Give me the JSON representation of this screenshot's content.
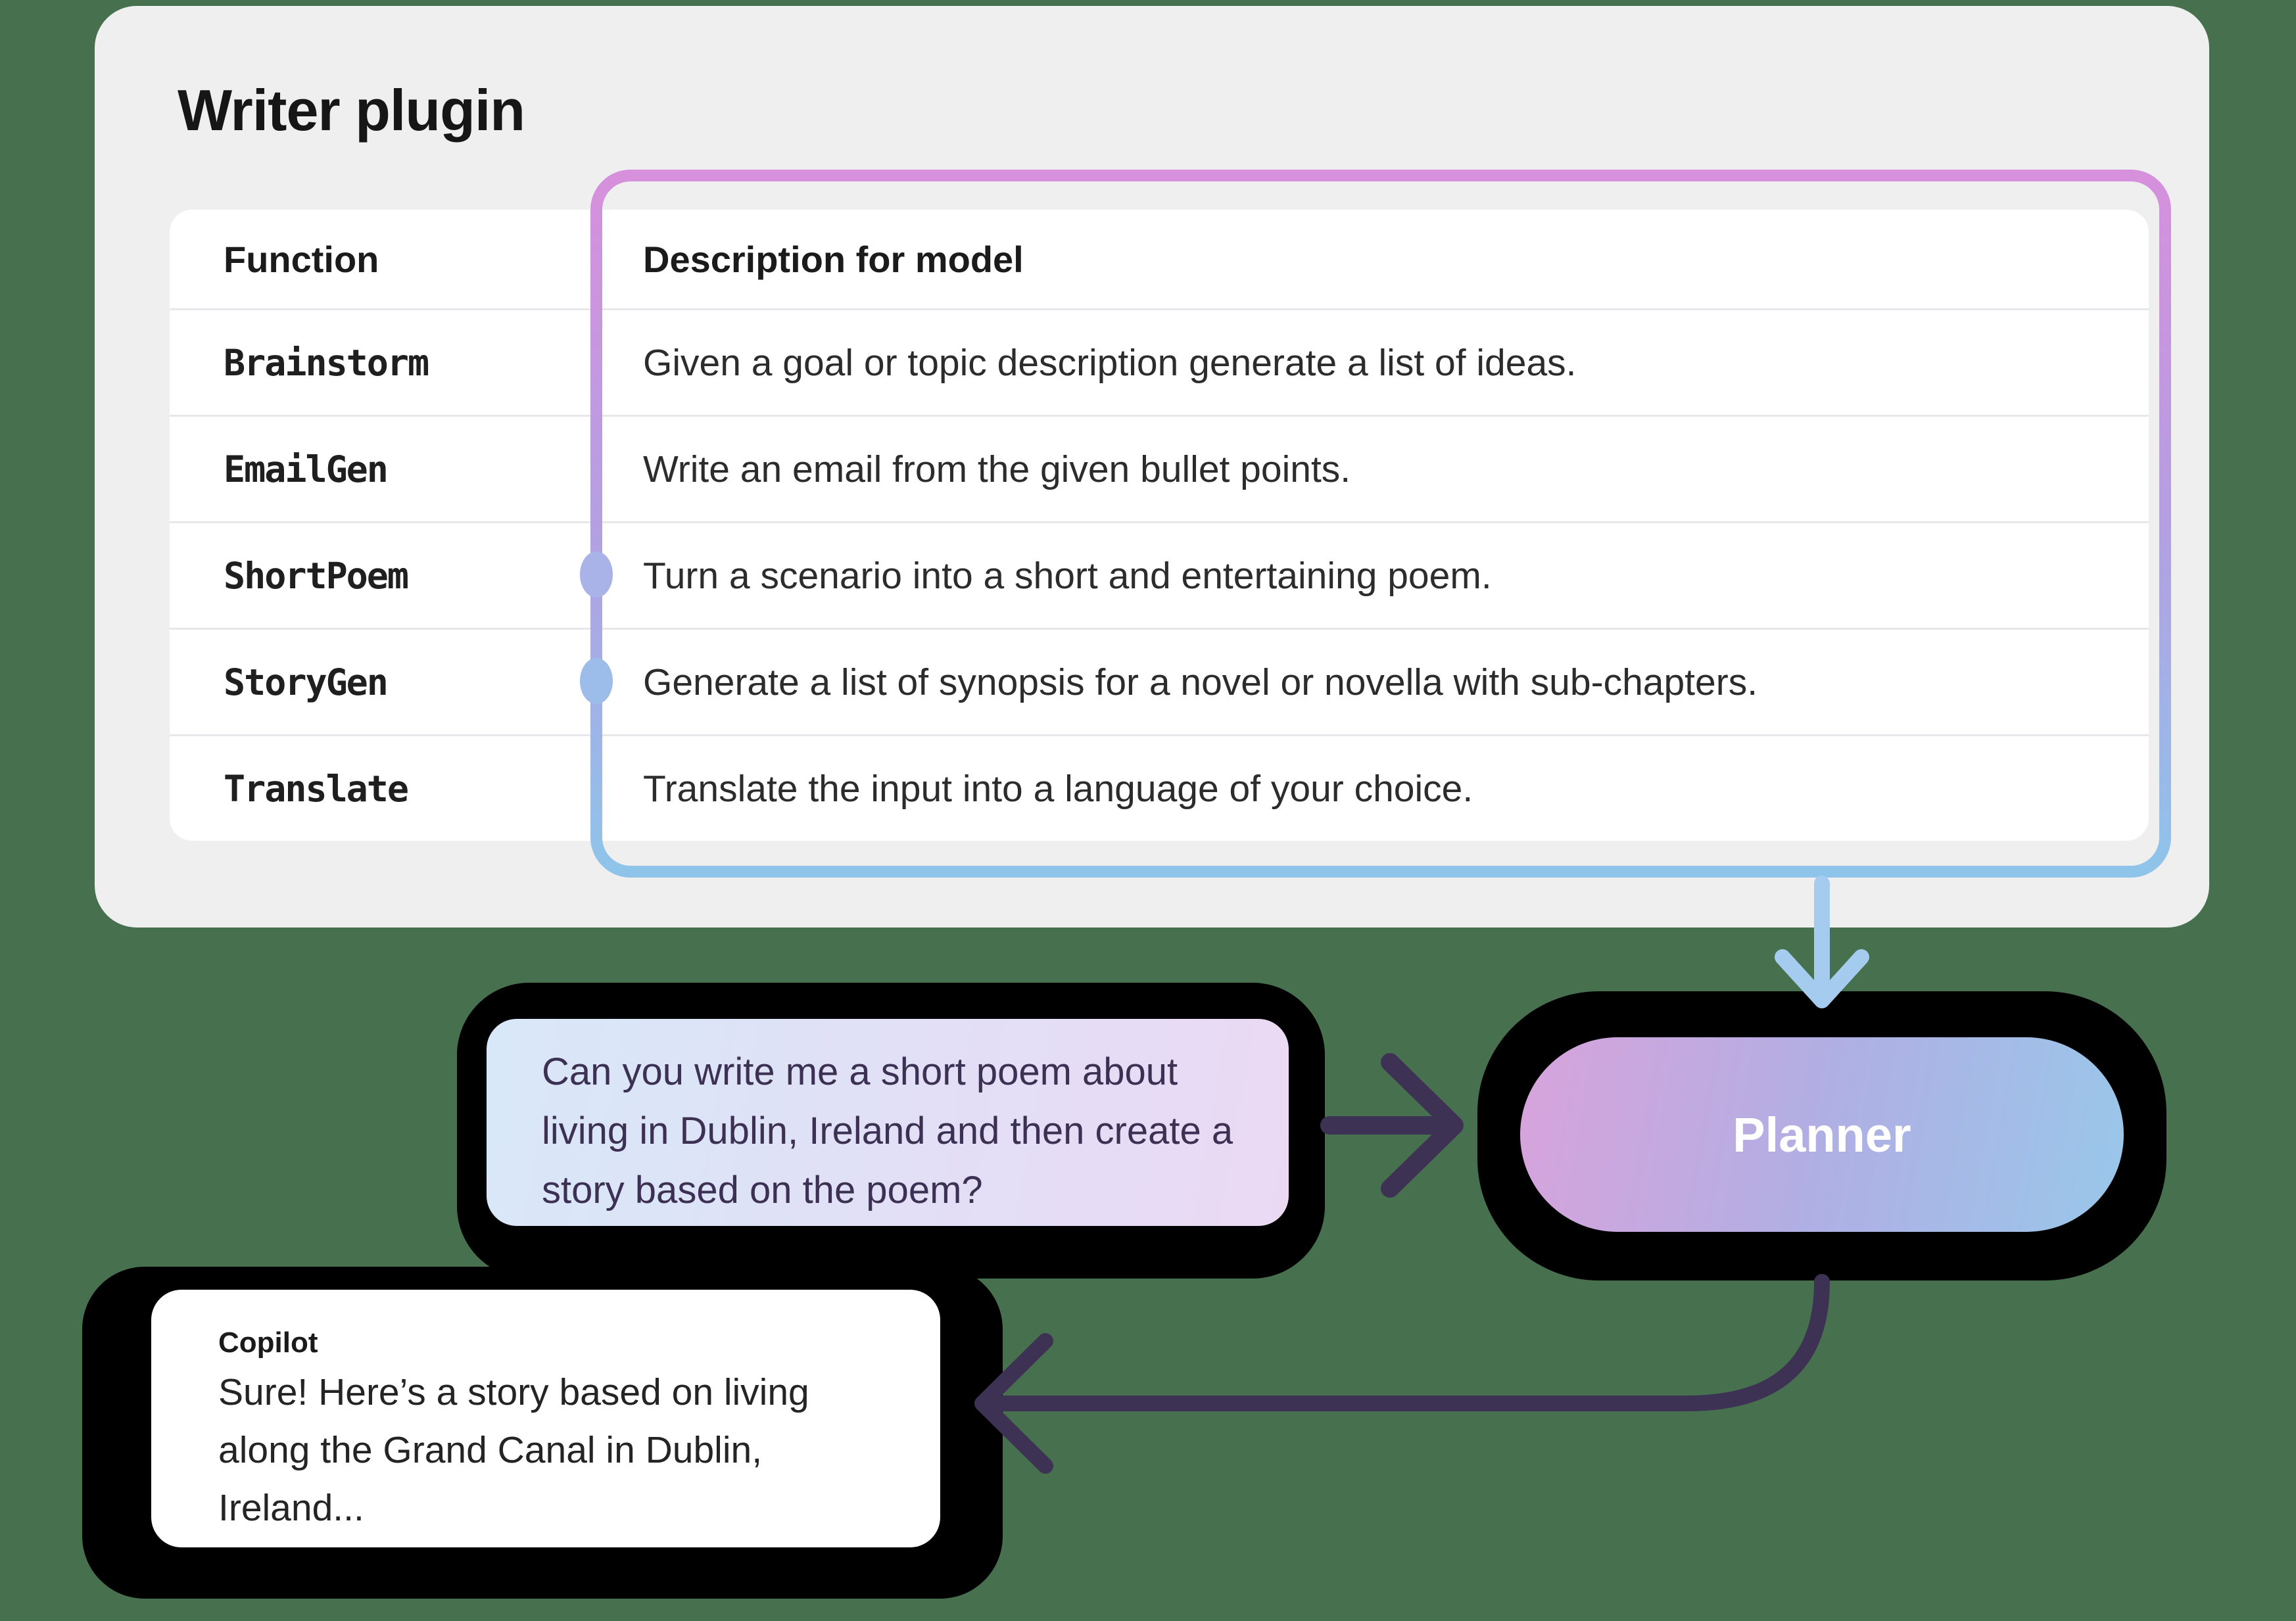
{
  "plugin_card": {
    "title": "Writer plugin",
    "table": {
      "columns": [
        "Function",
        "Description for model"
      ],
      "rows": [
        {
          "function": "Brainstorm",
          "description": "Given a goal or topic description generate a list of ideas.",
          "connected": false
        },
        {
          "function": "EmailGen",
          "description": "Write an email from the given bullet points.",
          "connected": false
        },
        {
          "function": "ShortPoem",
          "description": "Turn a scenario into a short and entertaining poem.",
          "connected": true
        },
        {
          "function": "StoryGen",
          "description": "Generate a list of synopsis for a novel or novella with sub-chapters.",
          "connected": true
        },
        {
          "function": "Translate",
          "description": "Translate the input into a language of your choice.",
          "connected": false
        }
      ]
    }
  },
  "user_bubble": {
    "text": "Can you write me a short poem about living in Dublin, Ireland and then create a story based on the poem?"
  },
  "planner": {
    "label": "Planner"
  },
  "copilot_bubble": {
    "label": "Copilot",
    "text": "Sure! Here’s a story based on living along the Grand Canal in Dublin, Ireland..."
  },
  "colors": {
    "bg": "#47704F",
    "card": "#EFEFF0",
    "highlight-pink": "#D690DC",
    "highlight-mid": "#B49FE2",
    "highlight-blue": "#8FC4EA",
    "dot-shortpoem": "#A9B3E8",
    "dot-storygen": "#9CBCE9",
    "arrow-blue": "#A5CBEE",
    "arrow-dark": "#3E3254",
    "bubble-blue": "#D8E8F9",
    "bubble-pink": "#EBD9F4",
    "planner-pink": "#D8A3DC",
    "planner-blue": "#99C7EA",
    "ink-purple": "#3C3153"
  }
}
